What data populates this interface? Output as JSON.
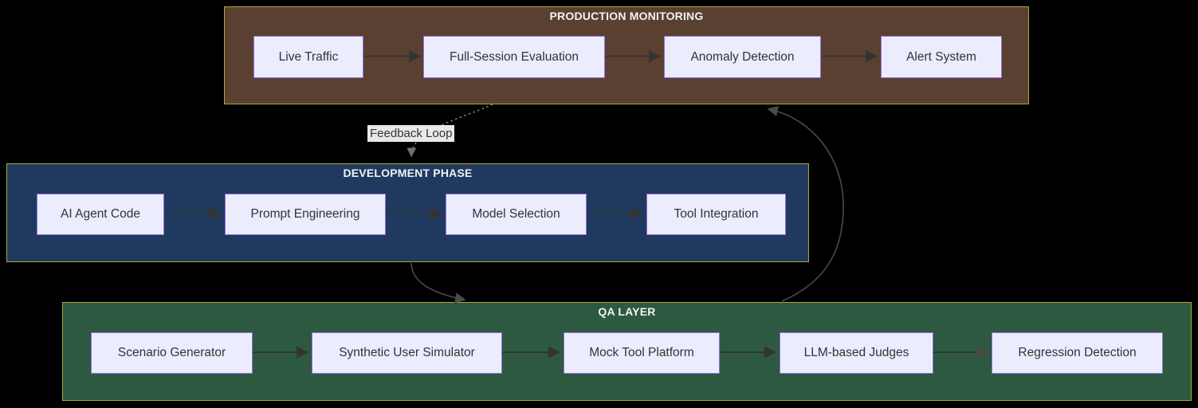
{
  "diagram": {
    "type": "flowchart",
    "background_color": "#000000",
    "node_style": {
      "fill": "#ECECFF",
      "border": "#9370DB",
      "text_color": "#333333"
    },
    "cluster_border_color": "#A9A938",
    "edge_color": "#333333",
    "feedback_edge_color": "#8C8C8C",
    "edge_label": {
      "text": "Feedback Loop",
      "background": "#E8E8E8"
    },
    "clusters": [
      {
        "label": "PRODUCTION MONITORING",
        "fill": "#5A4031",
        "nodes": [
          {
            "label": "Live Traffic"
          },
          {
            "label": "Full-Session Evaluation"
          },
          {
            "label": "Anomaly Detection"
          },
          {
            "label": "Alert System"
          }
        ]
      },
      {
        "label": "DEVELOPMENT PHASE",
        "fill": "#1F3A5E",
        "nodes": [
          {
            "label": "AI Agent Code"
          },
          {
            "label": "Prompt Engineering"
          },
          {
            "label": "Model Selection"
          },
          {
            "label": "Tool Integration"
          }
        ]
      },
      {
        "label": "QA LAYER",
        "fill": "#2C5940",
        "nodes": [
          {
            "label": "Scenario Generator"
          },
          {
            "label": "Synthetic User Simulator"
          },
          {
            "label": "Mock Tool Platform"
          },
          {
            "label": "LLM-based Judges"
          },
          {
            "label": "Regression Detection"
          }
        ]
      }
    ],
    "edges": [
      {
        "from": "Live Traffic",
        "to": "Full-Session Evaluation",
        "style": "solid"
      },
      {
        "from": "Full-Session Evaluation",
        "to": "Anomaly Detection",
        "style": "solid"
      },
      {
        "from": "Anomaly Detection",
        "to": "Alert System",
        "style": "solid"
      },
      {
        "from": "AI Agent Code",
        "to": "Prompt Engineering",
        "style": "solid"
      },
      {
        "from": "Prompt Engineering",
        "to": "Model Selection",
        "style": "solid"
      },
      {
        "from": "Model Selection",
        "to": "Tool Integration",
        "style": "solid"
      },
      {
        "from": "Scenario Generator",
        "to": "Synthetic User Simulator",
        "style": "solid"
      },
      {
        "from": "Synthetic User Simulator",
        "to": "Mock Tool Platform",
        "style": "solid"
      },
      {
        "from": "Mock Tool Platform",
        "to": "LLM-based Judges",
        "style": "solid"
      },
      {
        "from": "LLM-based Judges",
        "to": "Regression Detection",
        "style": "solid"
      },
      {
        "from": "DEVELOPMENT PHASE",
        "to": "QA LAYER",
        "style": "solid"
      },
      {
        "from": "QA LAYER",
        "to": "PRODUCTION MONITORING",
        "style": "solid"
      },
      {
        "from": "PRODUCTION MONITORING",
        "to": "DEVELOPMENT PHASE",
        "style": "dashed",
        "label": "Feedback Loop"
      }
    ]
  }
}
